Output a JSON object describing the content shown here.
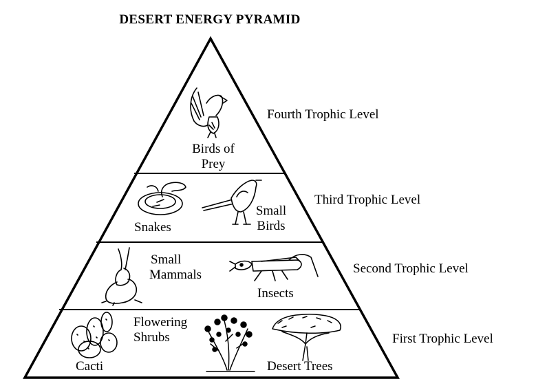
{
  "title": "DESERT ENERGY PYRAMID",
  "levels": [
    {
      "label": "Fourth Trophic Level",
      "organisms": [
        {
          "name_line1": "Birds of",
          "name_line2": "Prey",
          "icon": "bird-of-prey-icon"
        }
      ]
    },
    {
      "label": "Third Trophic Level",
      "organisms": [
        {
          "name": "Snakes",
          "icon": "snake-icon"
        },
        {
          "name_line1": "Small",
          "name_line2": "Birds",
          "icon": "small-bird-icon"
        }
      ]
    },
    {
      "label": "Second Trophic Level",
      "organisms": [
        {
          "name_line1": "Small",
          "name_line2": "Mammals",
          "icon": "rabbit-icon"
        },
        {
          "name": "Insects",
          "icon": "grasshopper-icon"
        }
      ]
    },
    {
      "label": "First Trophic Level",
      "organisms": [
        {
          "name": "Cacti",
          "icon": "cactus-icon"
        },
        {
          "name_line1": "Flowering",
          "name_line2": "Shrubs",
          "icon": "shrub-icon"
        },
        {
          "name": "Desert Trees",
          "icon": "tree-icon"
        }
      ]
    }
  ]
}
